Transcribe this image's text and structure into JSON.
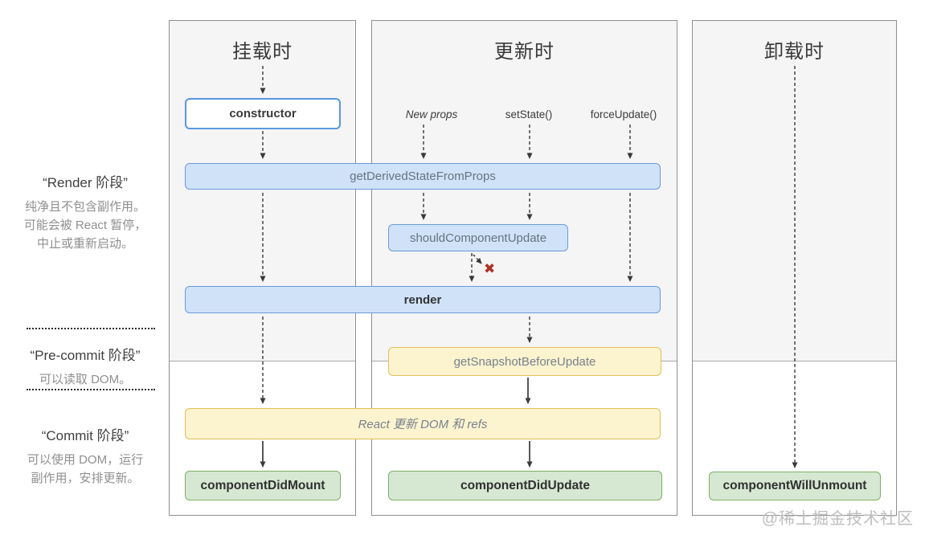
{
  "sidebar": {
    "render_phase": {
      "title": "“Render 阶段”",
      "lines": [
        "纯净且不包含副作用。",
        "可能会被 React 暂停，",
        "中止或重新启动。"
      ]
    },
    "precommit_phase": {
      "title": "“Pre-commit 阶段”",
      "lines": [
        "可以读取 DOM。"
      ]
    },
    "commit_phase": {
      "title": "“Commit 阶段”",
      "lines": [
        "可以使用 DOM，运行",
        "副作用，安排更新。"
      ]
    }
  },
  "columns": {
    "mounting": {
      "title": "挂载时"
    },
    "updating": {
      "title": "更新时",
      "triggers": [
        "New props",
        "setState()",
        "forceUpdate()"
      ]
    },
    "unmounting": {
      "title": "卸载时"
    }
  },
  "nodes": {
    "constructor": "constructor",
    "getDerivedStateFromProps": "getDerivedStateFromProps",
    "shouldComponentUpdate": "shouldComponentUpdate",
    "render": "render",
    "getSnapshotBeforeUpdate": "getSnapshotBeforeUpdate",
    "reactUpdates": "React 更新 DOM 和 refs",
    "componentDidMount": "componentDidMount",
    "componentDidUpdate": "componentDidUpdate",
    "componentWillUnmount": "componentWillUnmount"
  },
  "marks": {
    "cancel": "✖"
  },
  "watermark": "@稀土掘金技术社区",
  "colors": {
    "blue_fill": "#cfe2f8",
    "blue_border": "#6a9bd8",
    "yellow_fill": "#fcf3cf",
    "yellow_border": "#e2c05a",
    "green_fill": "#d6e8d2",
    "green_border": "#7fae63",
    "cancel_red": "#b03226",
    "panel_gray": "#f5f5f5"
  }
}
